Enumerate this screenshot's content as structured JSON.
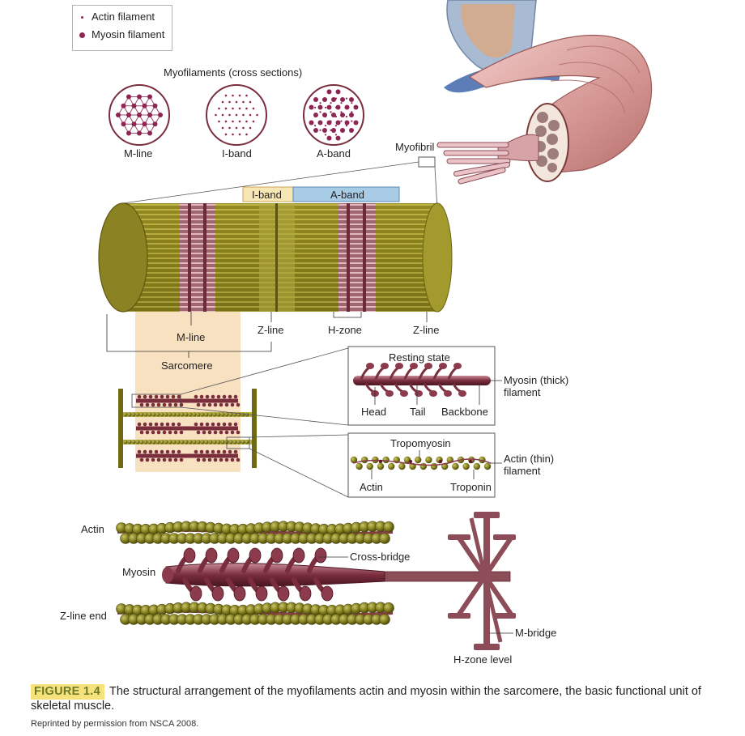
{
  "legend": {
    "actin": "Actin filament",
    "myosin": "Myosin filament"
  },
  "cross_sections": {
    "title": "Myofilaments (cross sections)",
    "m_line": "M-line",
    "i_band": "I-band",
    "a_band": "A-band"
  },
  "muscle": {
    "myofibril": "Myofibril"
  },
  "myofibril_view": {
    "i_band": "I-band",
    "a_band": "A-band",
    "m_line": "M-line",
    "z_line_left": "Z-line",
    "h_zone": "H-zone",
    "z_line_right": "Z-line",
    "sarcomere": "Sarcomere"
  },
  "thick_inset": {
    "title": "Resting state",
    "head": "Head",
    "tail": "Tail",
    "backbone": "Backbone",
    "side_line1": "Myosin (thick)",
    "side_line2": "filament"
  },
  "thin_inset": {
    "tropomyosin": "Tropomyosin",
    "actin": "Actin",
    "troponin": "Troponin",
    "side_line1": "Actin (thin)",
    "side_line2": "filament"
  },
  "detail": {
    "actin": "Actin",
    "myosin": "Myosin",
    "z_line_end": "Z-line end",
    "cross_bridge": "Cross-bridge",
    "m_bridge": "M-bridge",
    "h_zone_level": "H-zone level"
  },
  "caption": {
    "figure": "FIGURE 1.4",
    "text": "The structural arrangement of the myofilaments actin and myosin within the sarcomere, the basic functional unit of skeletal muscle.",
    "credit": "Reprinted by permission from NSCA 2008."
  },
  "colors": {
    "actin_bead": "#7d7a1e",
    "myosin": "#7a2d3d",
    "i_band_fill": "#f6e7b4",
    "a_band_fill": "#a8cbe6",
    "sarcomere_fill": "#f6d7ac",
    "highlight": "#f6e27a"
  }
}
